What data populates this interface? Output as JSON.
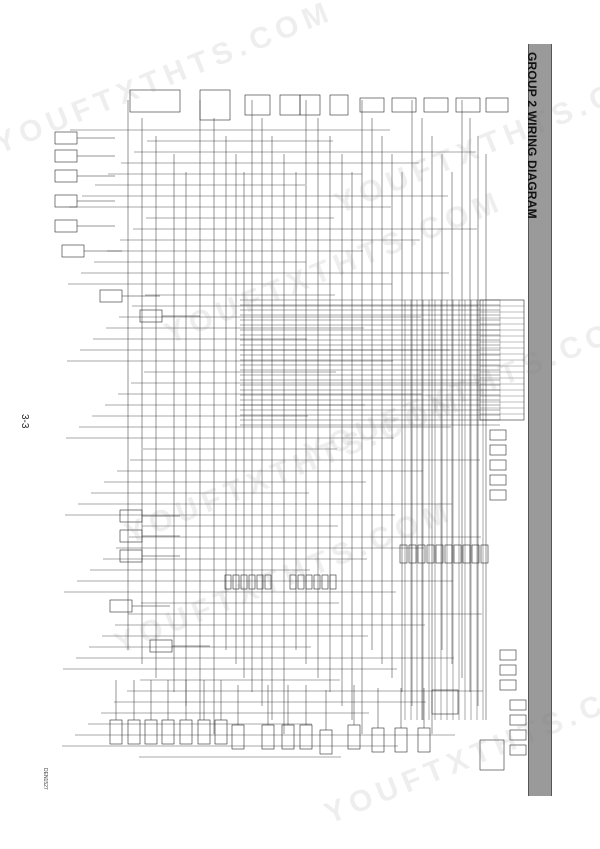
{
  "header": {
    "title": "GROUP 2 WIRING DIAGRAM"
  },
  "footer": {
    "page_number": "3-3",
    "doc_code": "DEN1527"
  },
  "watermark": {
    "line1": "YOUFTXTHTS.COM",
    "line2": "YOUFTXTHTS.COM",
    "line3": "YOUFTXTHTS.COM",
    "line4": "YOUFTXTHTS.COM",
    "line5": "YOUFTXTHTS.COM",
    "line6": "YOUFTXTHTS.COM",
    "line7": "YOUFTXTHTS.COM"
  },
  "colors": {
    "wire": "#2a2a2a",
    "bar": "#9a9a9a",
    "watermark": "#888888"
  }
}
